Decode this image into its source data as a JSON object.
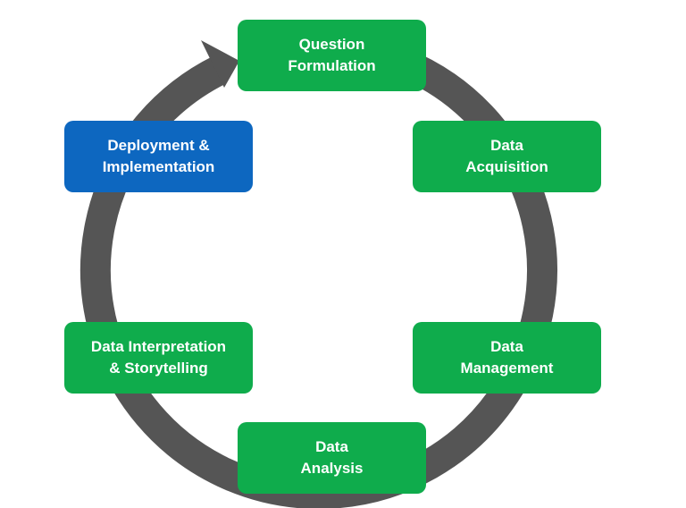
{
  "colors": {
    "stage": "#0fac4c",
    "current_stage": "#0d67c0",
    "cycle_arrow": "#555555"
  },
  "stages": [
    {
      "lines": [
        "Question",
        "Formulation"
      ]
    },
    {
      "lines": [
        "Data",
        "Acquisition"
      ]
    },
    {
      "lines": [
        "Data",
        "Management"
      ]
    },
    {
      "lines": [
        "Data",
        "Analysis"
      ]
    },
    {
      "lines": [
        "Data Interpretation",
        "& Storytelling"
      ]
    },
    {
      "lines": [
        "Deployment &",
        "Implementation"
      ]
    }
  ]
}
